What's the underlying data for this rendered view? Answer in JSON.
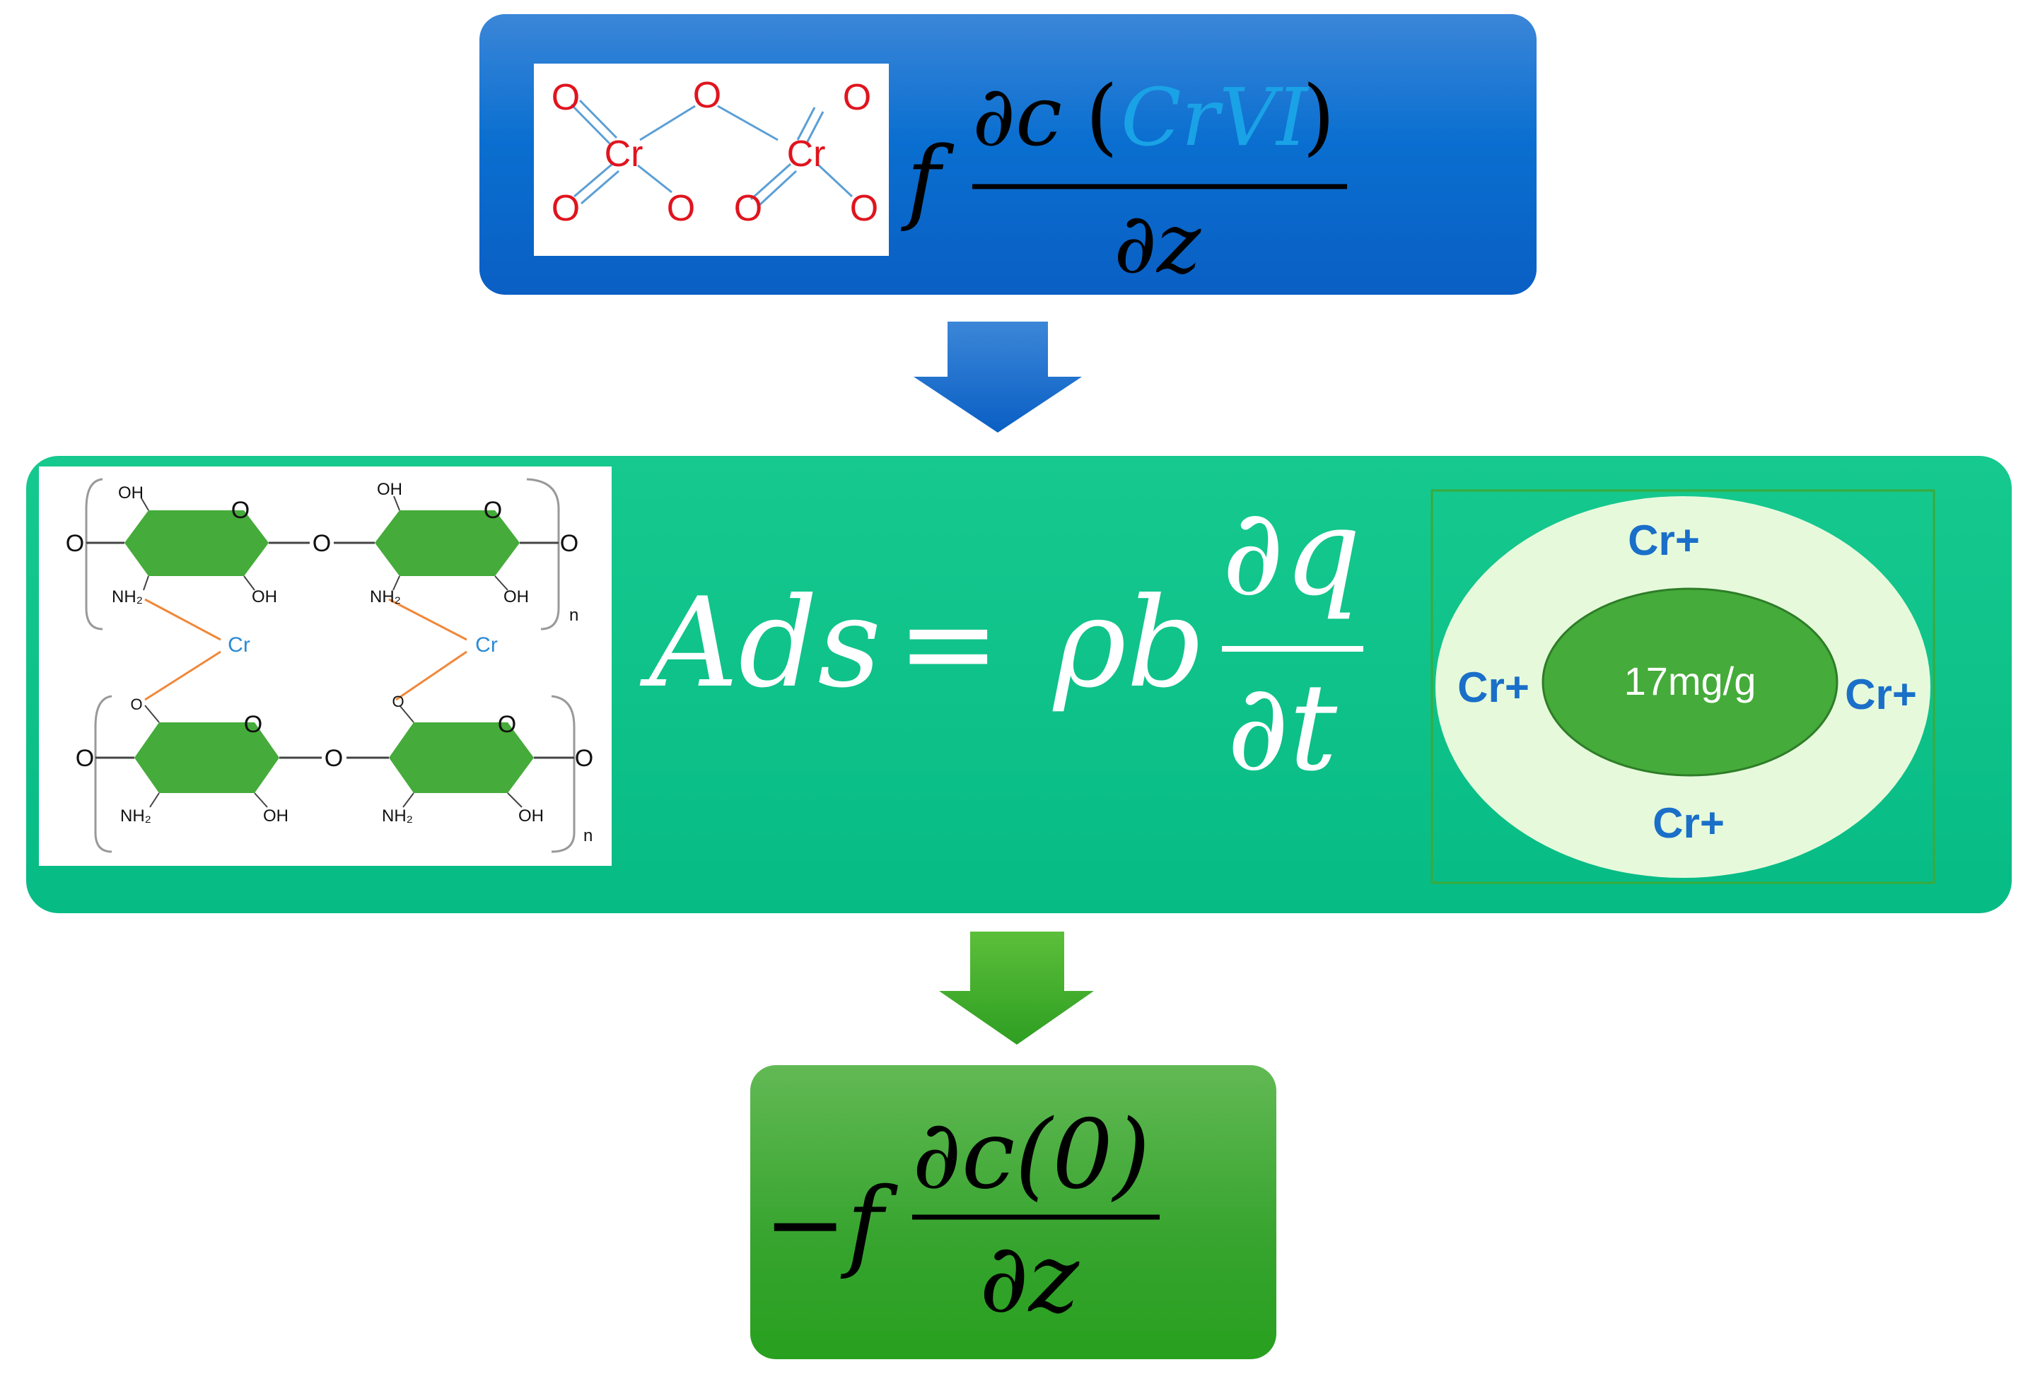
{
  "top_equation": {
    "coef": "f",
    "numerator_partial": "∂c",
    "species": "CrVI",
    "denominator": "∂z"
  },
  "dichromate_structure": {
    "atoms": [
      "O",
      "O",
      "O",
      "Cr",
      "Cr",
      "O",
      "O",
      "O",
      "O"
    ]
  },
  "middle_equation": {
    "lhs": "Ads",
    "equals": "=",
    "rho_b": "ρb",
    "numerator": "∂q",
    "denominator": "∂t"
  },
  "chitosan_structure": {
    "labels_oh": "OH",
    "labels_nh2": "NH₂",
    "label_o": "O",
    "label_cr": "Cr",
    "label_n": "n"
  },
  "adsorbent": {
    "capacity": "17mg/g",
    "ion_top": "Cr+",
    "ion_left": "Cr+",
    "ion_right": "Cr+",
    "ion_bottom": "Cr+"
  },
  "bottom_equation": {
    "coef": "−f",
    "numerator": "∂c(0)",
    "denominator": "∂z"
  },
  "colors": {
    "blue_box": "#0a6fd0",
    "teal_box": "#07bb85",
    "green_box": "#36a42e",
    "cr_blue": "#1a6fc8",
    "hex_green": "#45ab3a",
    "oxygen_red": "#e0141e",
    "bond_orange": "#f0883a"
  }
}
